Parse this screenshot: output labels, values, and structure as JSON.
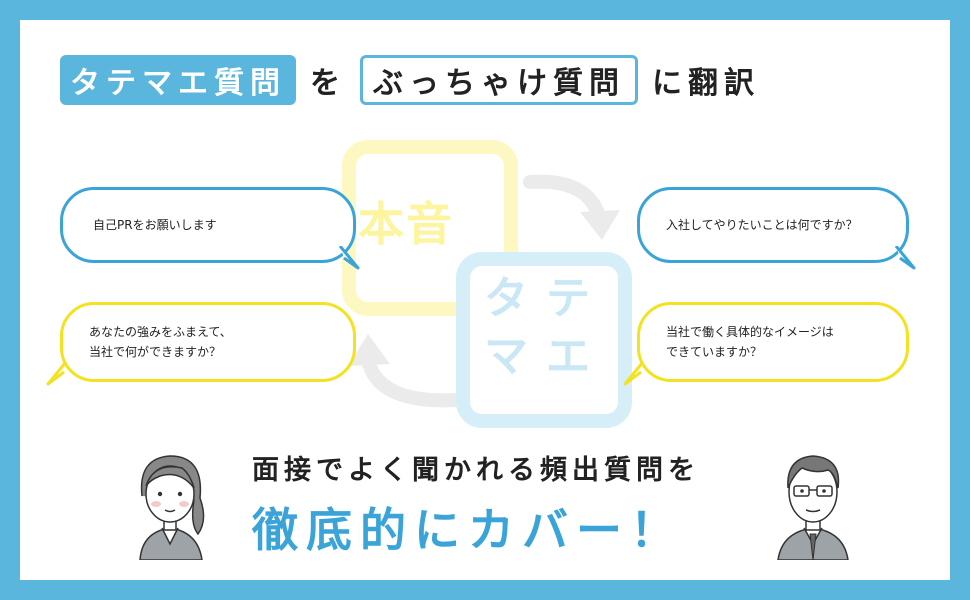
{
  "title": {
    "tag1": "タテマエ質問",
    "joiner": "を",
    "tag2": "ぶっちゃけ質問",
    "suffix": "に翻訳"
  },
  "center": {
    "honne": "本音",
    "tatemae_line1": "タテ",
    "tatemae_line2": "マエ"
  },
  "bubbles": {
    "left_top": "自己PRをお願いします",
    "left_bottom_line1": "あなたの強みをふまえて、",
    "left_bottom_line2": "当社で何ができますか？",
    "right_top": "入社してやりたいことは何ですか？",
    "right_bottom_line1": "当社で働く具体的なイメージは",
    "right_bottom_line2": "できていますか？"
  },
  "bottom": {
    "line1": "面接でよく聞かれる頻出質問を",
    "line2": "徹底的にカバー！"
  },
  "colors": {
    "brand_blue": "#5bb6de",
    "accent_blue": "#3aa4d8",
    "yellow": "#f3e21f"
  }
}
